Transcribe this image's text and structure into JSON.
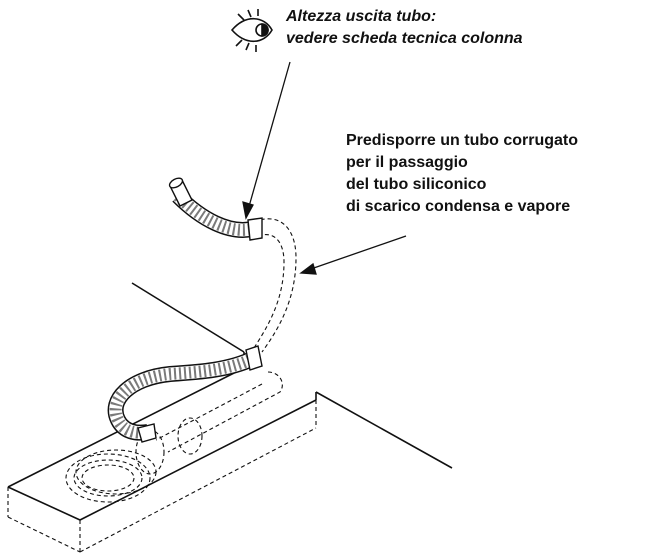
{
  "callouts": {
    "eye_note": {
      "line1": "Altezza uscita tubo:",
      "line2": "vedere scheda tecnica colonna"
    },
    "tube_note": {
      "line1": "Predisporre un tubo corrugato",
      "line2": "per il passaggio",
      "line3": "del tubo siliconico",
      "line4": "di scarico condensa e vapore"
    }
  },
  "icons": {
    "eye": "eye-icon"
  },
  "colors": {
    "ink": "#111111",
    "tube_ribs": "#7a7a7a",
    "background": "#ffffff"
  }
}
